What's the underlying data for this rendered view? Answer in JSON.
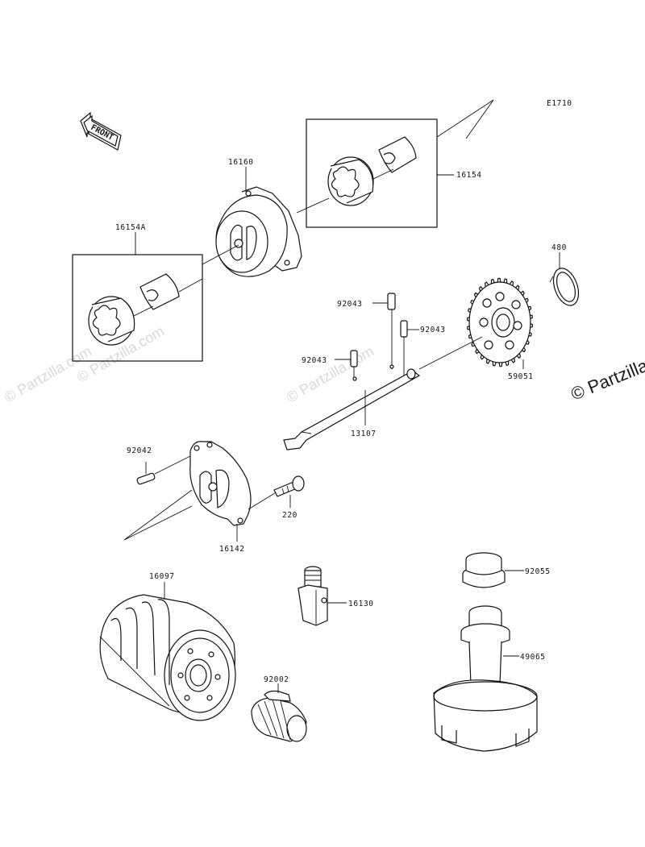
{
  "diagram": {
    "code": "E1710",
    "front_label": "FRONT",
    "labels": {
      "p16160": "16160",
      "p16154": "16154",
      "p16154a": "16154A",
      "p480": "480",
      "p92043_a": "92043",
      "p92043_b": "92043",
      "p92043_c": "92043",
      "p59051": "59051",
      "p13107": "13107",
      "p92042": "92042",
      "p220": "220",
      "p16142": "16142",
      "p16097": "16097",
      "p16130": "16130",
      "p92055": "92055",
      "p49065": "49065",
      "p92002": "92002"
    }
  },
  "watermarks": {
    "w1": "© Partzilla.com",
    "w2": "© Partzilla.com",
    "w3": "© Partzilla.com",
    "w_right": "© Partzilla"
  }
}
